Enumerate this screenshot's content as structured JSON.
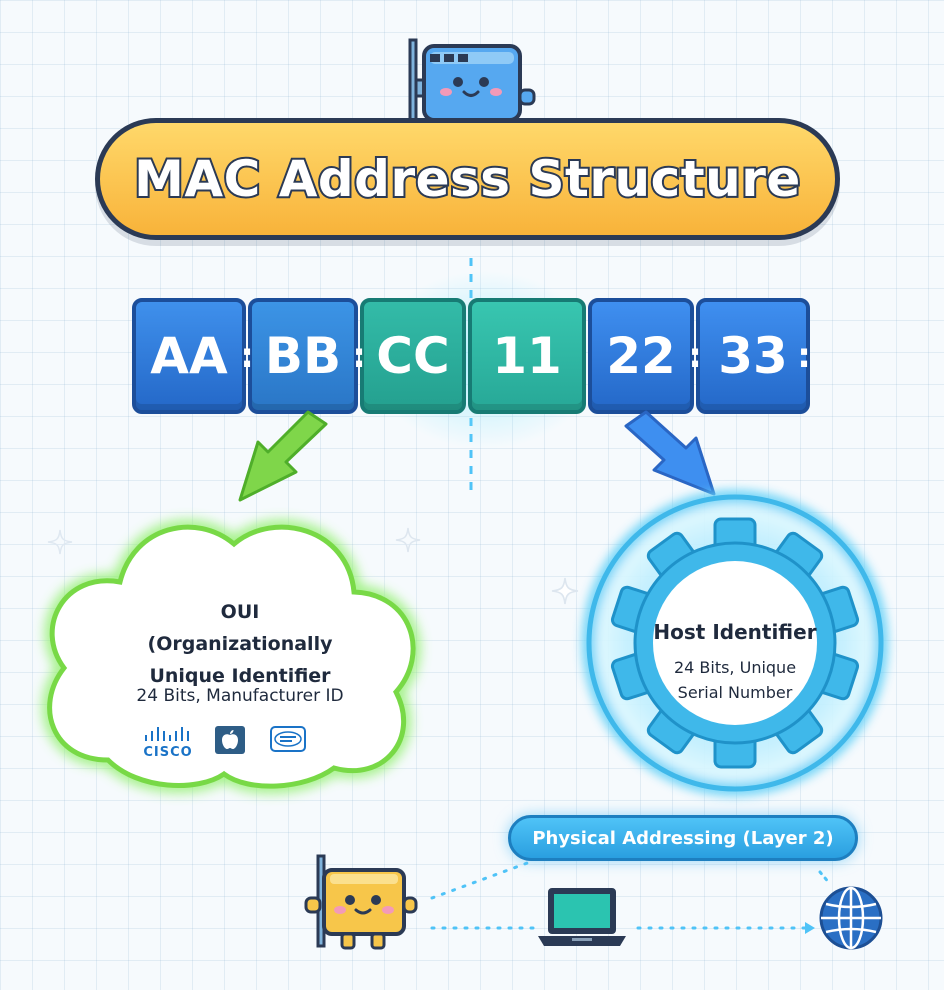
{
  "title": "MAC Address Structure",
  "mac": {
    "octets": [
      "AA",
      "BB",
      "CC",
      "11",
      "22",
      "33"
    ],
    "separator": ":"
  },
  "oui": {
    "title_lines": [
      "OUI",
      "(Organizationally",
      "Unique Identifier"
    ],
    "detail": "24 Bits, Manufacturer ID",
    "logos": [
      "cisco-logo",
      "apple-logo",
      "intel-logo"
    ],
    "cisco_label": "CISCO"
  },
  "host": {
    "title": "Host Identifier",
    "detail_lines": [
      "24 Bits, Unique",
      "Serial Number"
    ]
  },
  "layer_label": "Physical Addressing (Layer 2)",
  "colors": {
    "banner": "#f8b33a",
    "outline": "#2b3a55",
    "mac_blue": "#2b7de0",
    "mac_teal": "#2bbfa8",
    "oui_green": "#7ad94a",
    "host_cyan": "#3fb8ea",
    "nic_blue": "#56a8f0",
    "nic_yellow": "#f7c64a"
  },
  "icons": [
    "nic-mascot-icon",
    "laptop-icon",
    "globe-icon",
    "sparkle-icon"
  ]
}
